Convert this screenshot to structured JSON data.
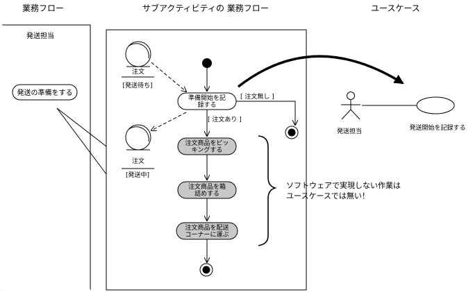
{
  "headers": {
    "business_flow": "業務フロー",
    "sub_activity_flow": "サブアクティビティの 業務フロー",
    "use_case": "ユースケース"
  },
  "left_panel": {
    "lane_title": "発送担当",
    "activity": "発送の準備をする"
  },
  "center_panel": {
    "object_waiting": {
      "name": "注文",
      "state": "[発送待ち]"
    },
    "object_shipping": {
      "name": "注文",
      "state": "[発送中]"
    },
    "activities": {
      "record_start": [
        "準備開始を記",
        "録する"
      ],
      "picking": [
        "注文商品をピッ",
        "キングする"
      ],
      "packing": [
        "注文商品を箱",
        "詰めする"
      ],
      "deliver": [
        "注文商品を配送",
        "コーナーに運ぶ"
      ]
    },
    "guards": {
      "no_order": "[ 注文無し ]",
      "has_order": "[ 注文あり ]"
    }
  },
  "note": {
    "line1": "ソフトウェアで実現しない作業は",
    "line2": "ユースケースでは無い！"
  },
  "use_case_panel": {
    "actor": "発送担当",
    "use_case": "発送開始を記録する"
  },
  "colors": {
    "line": "#000000",
    "shaded_activity": "#c8c8c8",
    "background": "#ffffff"
  }
}
